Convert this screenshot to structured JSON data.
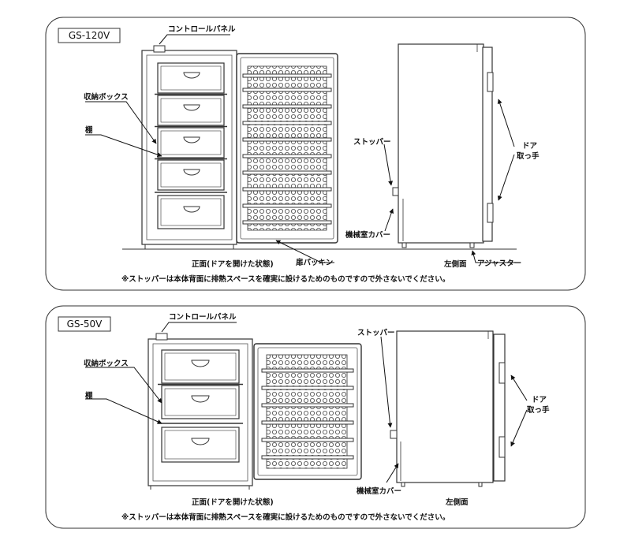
{
  "panels": [
    {
      "model": "GS-120V",
      "labels": {
        "control_panel": "コントロールパネル",
        "storage_box": "収納ボックス",
        "shelf": "棚",
        "stopper": "ストッパー",
        "door": "ドア",
        "handle": "取っ手",
        "machine_cover": "機械室カバー",
        "front_caption": "正面(ドアを開けた状態)",
        "gasket": "扉パッキン",
        "left_caption": "左側面",
        "adjuster": "アジャスター",
        "note": "※ストッパーは本体背面に排熱スペースを確実に設けるためのものですので外さないでください。"
      }
    },
    {
      "model": "GS-50V",
      "labels": {
        "control_panel": "コントロールパネル",
        "storage_box": "収納ボックス",
        "shelf": "棚",
        "stopper": "ストッパー",
        "door": "ドア",
        "handle": "取っ手",
        "machine_cover": "機械室カバー",
        "front_caption": "正面(ドアを開けた状態)",
        "left_caption": "左側面",
        "note": "※ストッパーは本体背面に排熱スペースを確実に設けるためのものですので外さないでください。"
      }
    }
  ]
}
